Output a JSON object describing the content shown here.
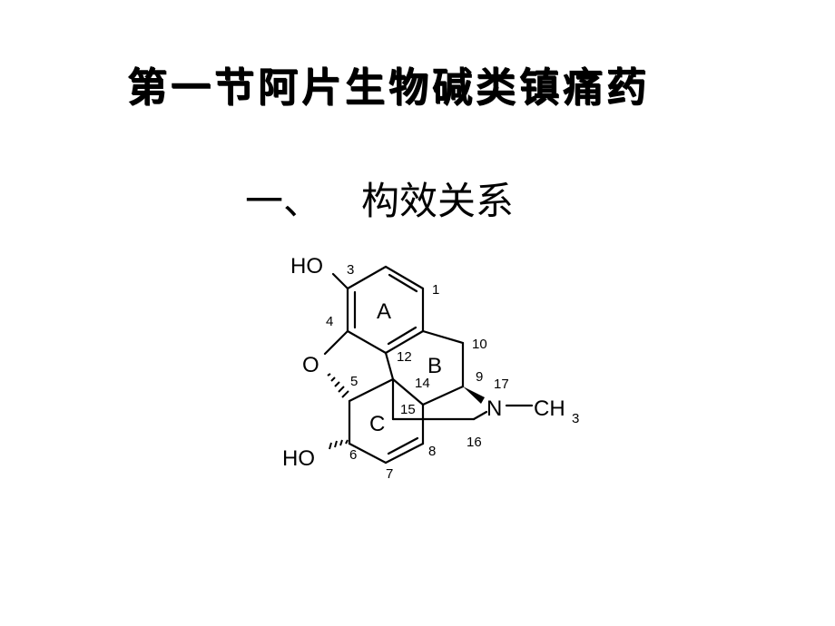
{
  "title": "第一节阿片生物碱类镇痛药",
  "subtitle": {
    "number": "一、",
    "text": "构效关系"
  },
  "structure": {
    "atoms": {
      "ho_top": "HO",
      "o_bridge": "O",
      "n17": "N",
      "ch": "CH",
      "ch_sub": "3",
      "ho_bottom": "HO"
    },
    "rings": {
      "a": "A",
      "b": "B",
      "c": "C"
    },
    "numbers": {
      "n1": "1",
      "n3": "3",
      "n4": "4",
      "n5": "5",
      "n6": "6",
      "n7": "7",
      "n8": "8",
      "n9": "9",
      "n10": "10",
      "n12": "12",
      "n14": "14",
      "n15": "15",
      "n16": "16",
      "n17": "17"
    }
  }
}
